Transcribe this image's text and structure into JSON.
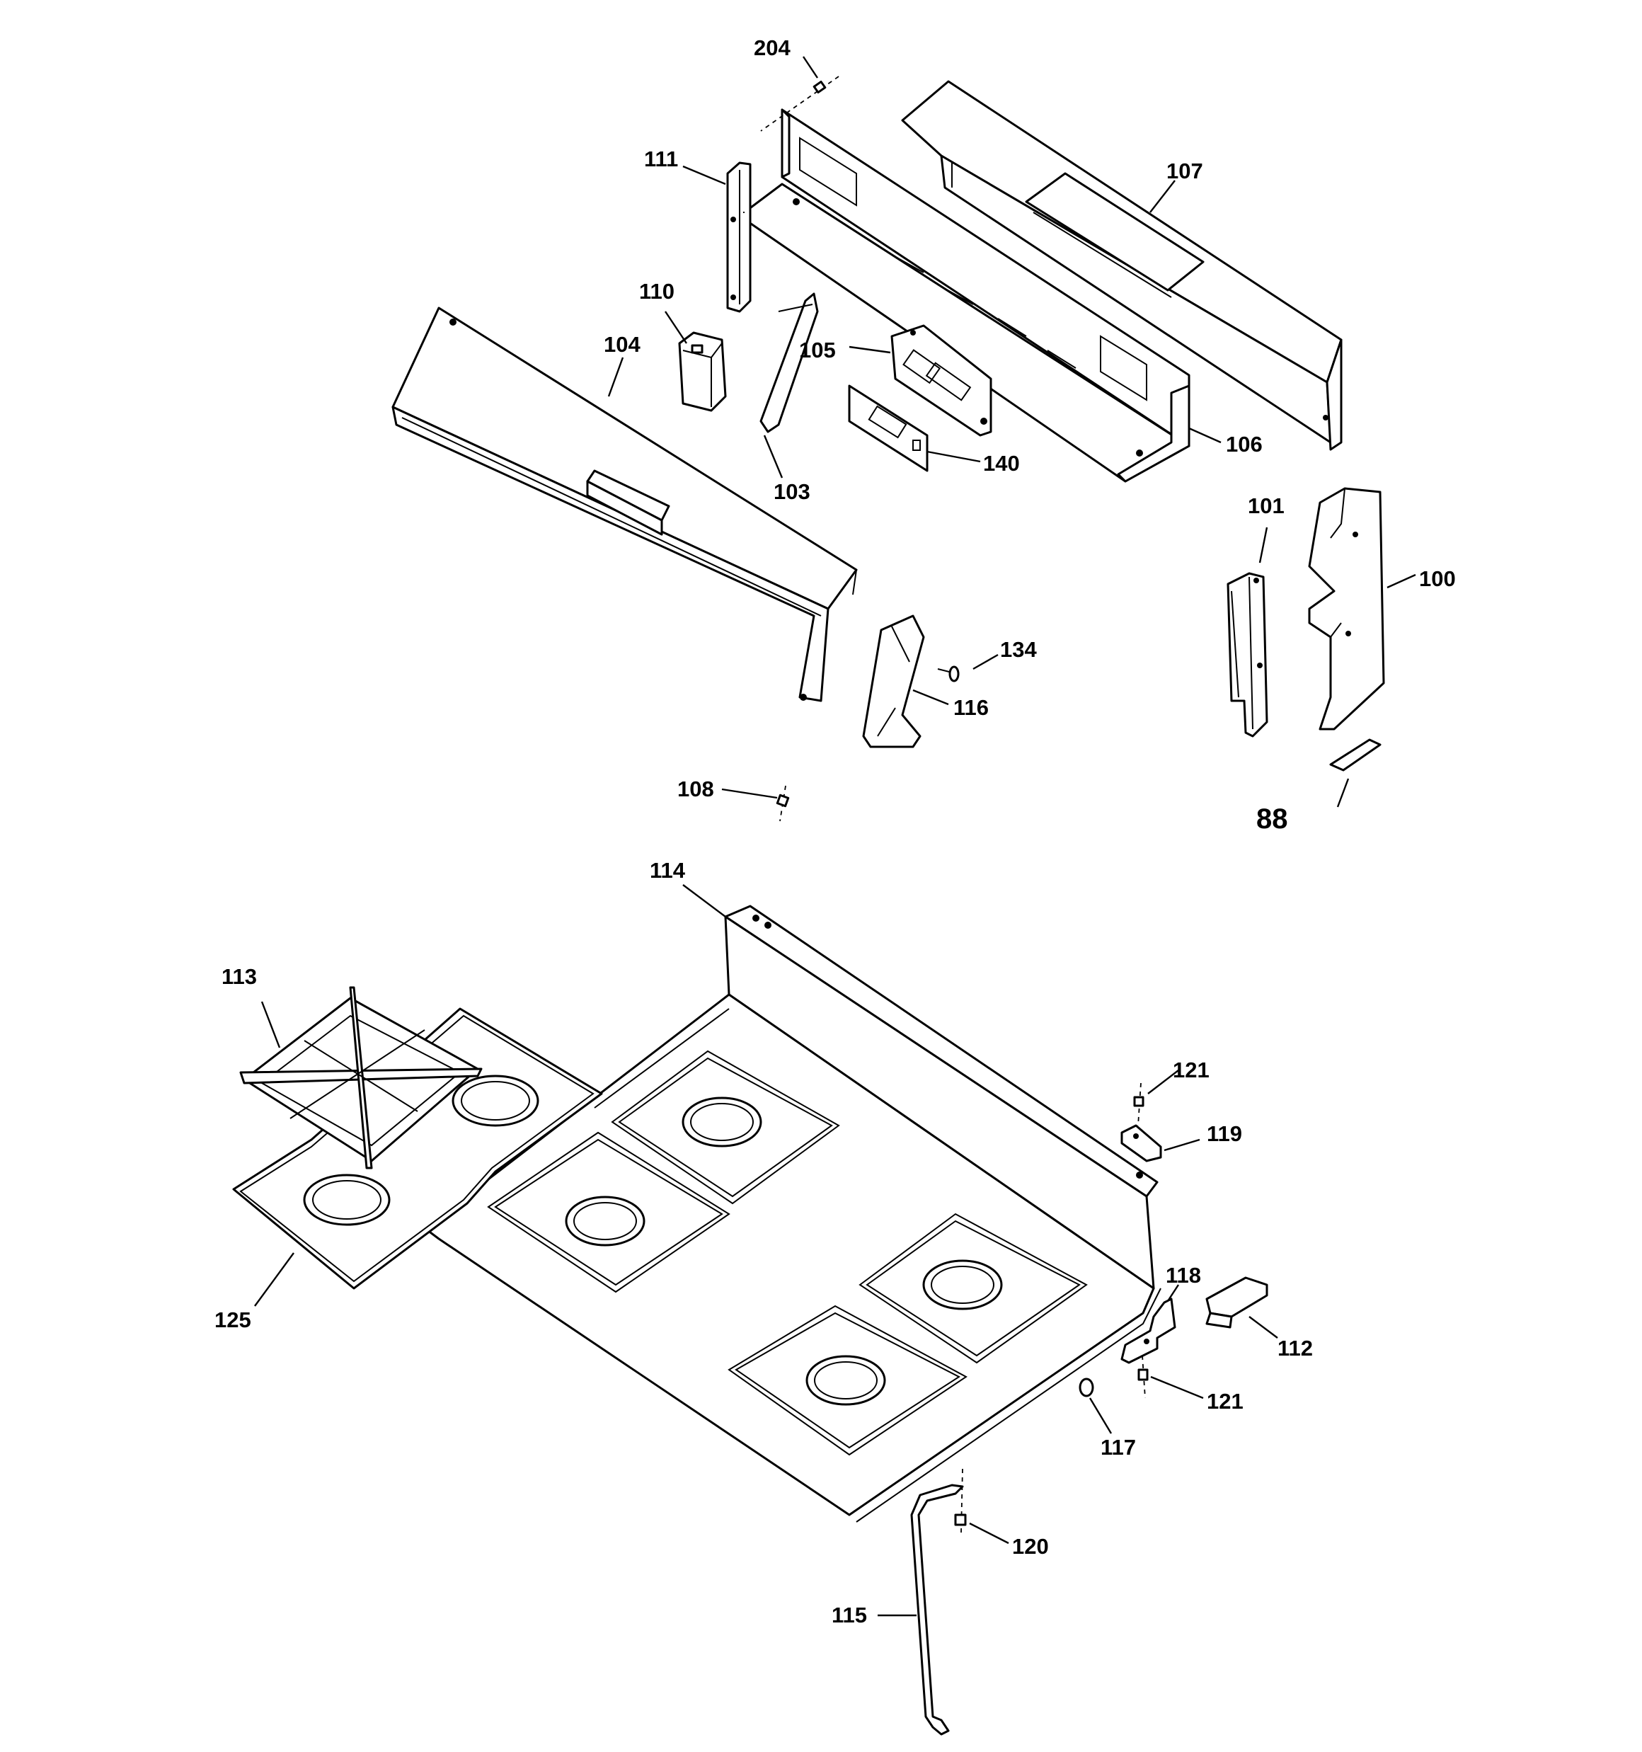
{
  "diagram": {
    "callouts": [
      {
        "id": "204",
        "text": "204"
      },
      {
        "id": "111",
        "text": "111"
      },
      {
        "id": "107",
        "text": "107"
      },
      {
        "id": "110",
        "text": "110"
      },
      {
        "id": "104",
        "text": "104"
      },
      {
        "id": "105",
        "text": "105"
      },
      {
        "id": "106",
        "text": "106"
      },
      {
        "id": "140",
        "text": "140"
      },
      {
        "id": "103",
        "text": "103"
      },
      {
        "id": "101",
        "text": "101"
      },
      {
        "id": "100",
        "text": "100"
      },
      {
        "id": "134",
        "text": "134"
      },
      {
        "id": "116",
        "text": "116"
      },
      {
        "id": "108",
        "text": "108"
      },
      {
        "id": "88",
        "text": "88"
      },
      {
        "id": "114",
        "text": "114"
      },
      {
        "id": "113",
        "text": "113"
      },
      {
        "id": "121a",
        "text": "121"
      },
      {
        "id": "119",
        "text": "119"
      },
      {
        "id": "118",
        "text": "118"
      },
      {
        "id": "112",
        "text": "112"
      },
      {
        "id": "125",
        "text": "125"
      },
      {
        "id": "121b",
        "text": "121"
      },
      {
        "id": "117",
        "text": "117"
      },
      {
        "id": "120",
        "text": "120"
      },
      {
        "id": "115",
        "text": "115"
      }
    ]
  }
}
